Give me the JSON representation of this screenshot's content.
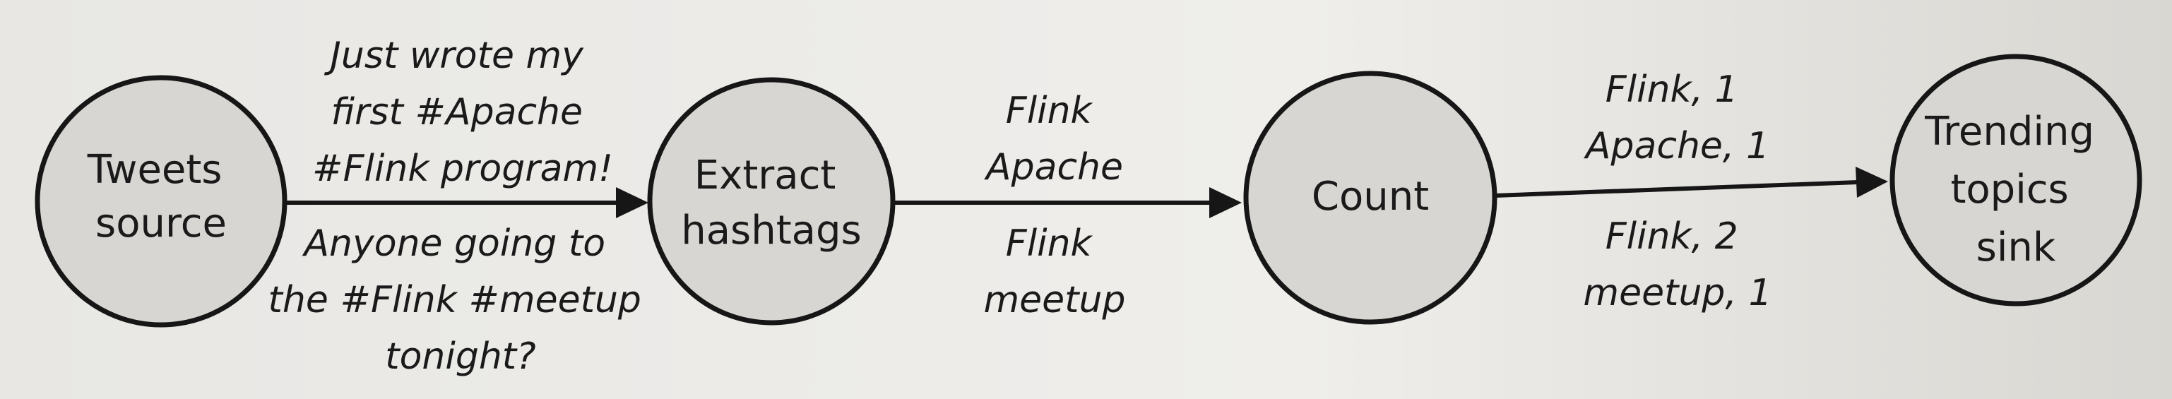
{
  "diagram": {
    "nodes": [
      {
        "id": "tweets-source",
        "lines": [
          "Tweets",
          "source"
        ]
      },
      {
        "id": "extract-hashtags",
        "lines": [
          "Extract",
          "hashtags"
        ]
      },
      {
        "id": "count",
        "lines": [
          "Count"
        ]
      },
      {
        "id": "trending-topics-sink",
        "lines": [
          "Trending",
          "topics",
          "sink"
        ]
      }
    ],
    "edges": [
      {
        "from": "tweets-source",
        "to": "extract-hashtags",
        "above": [
          "Just wrote my",
          "first #Apache",
          "#Flink program!"
        ],
        "below": [
          "Anyone going to",
          "the #Flink #meetup",
          "tonight?"
        ]
      },
      {
        "from": "extract-hashtags",
        "to": "count",
        "above": [
          "Flink",
          "Apache"
        ],
        "below": [
          "Flink",
          "meetup"
        ]
      },
      {
        "from": "count",
        "to": "trending-topics-sink",
        "above": [
          "Flink, 1",
          "Apache, 1"
        ],
        "below": [
          "Flink, 2",
          "meetup, 1"
        ]
      }
    ]
  }
}
